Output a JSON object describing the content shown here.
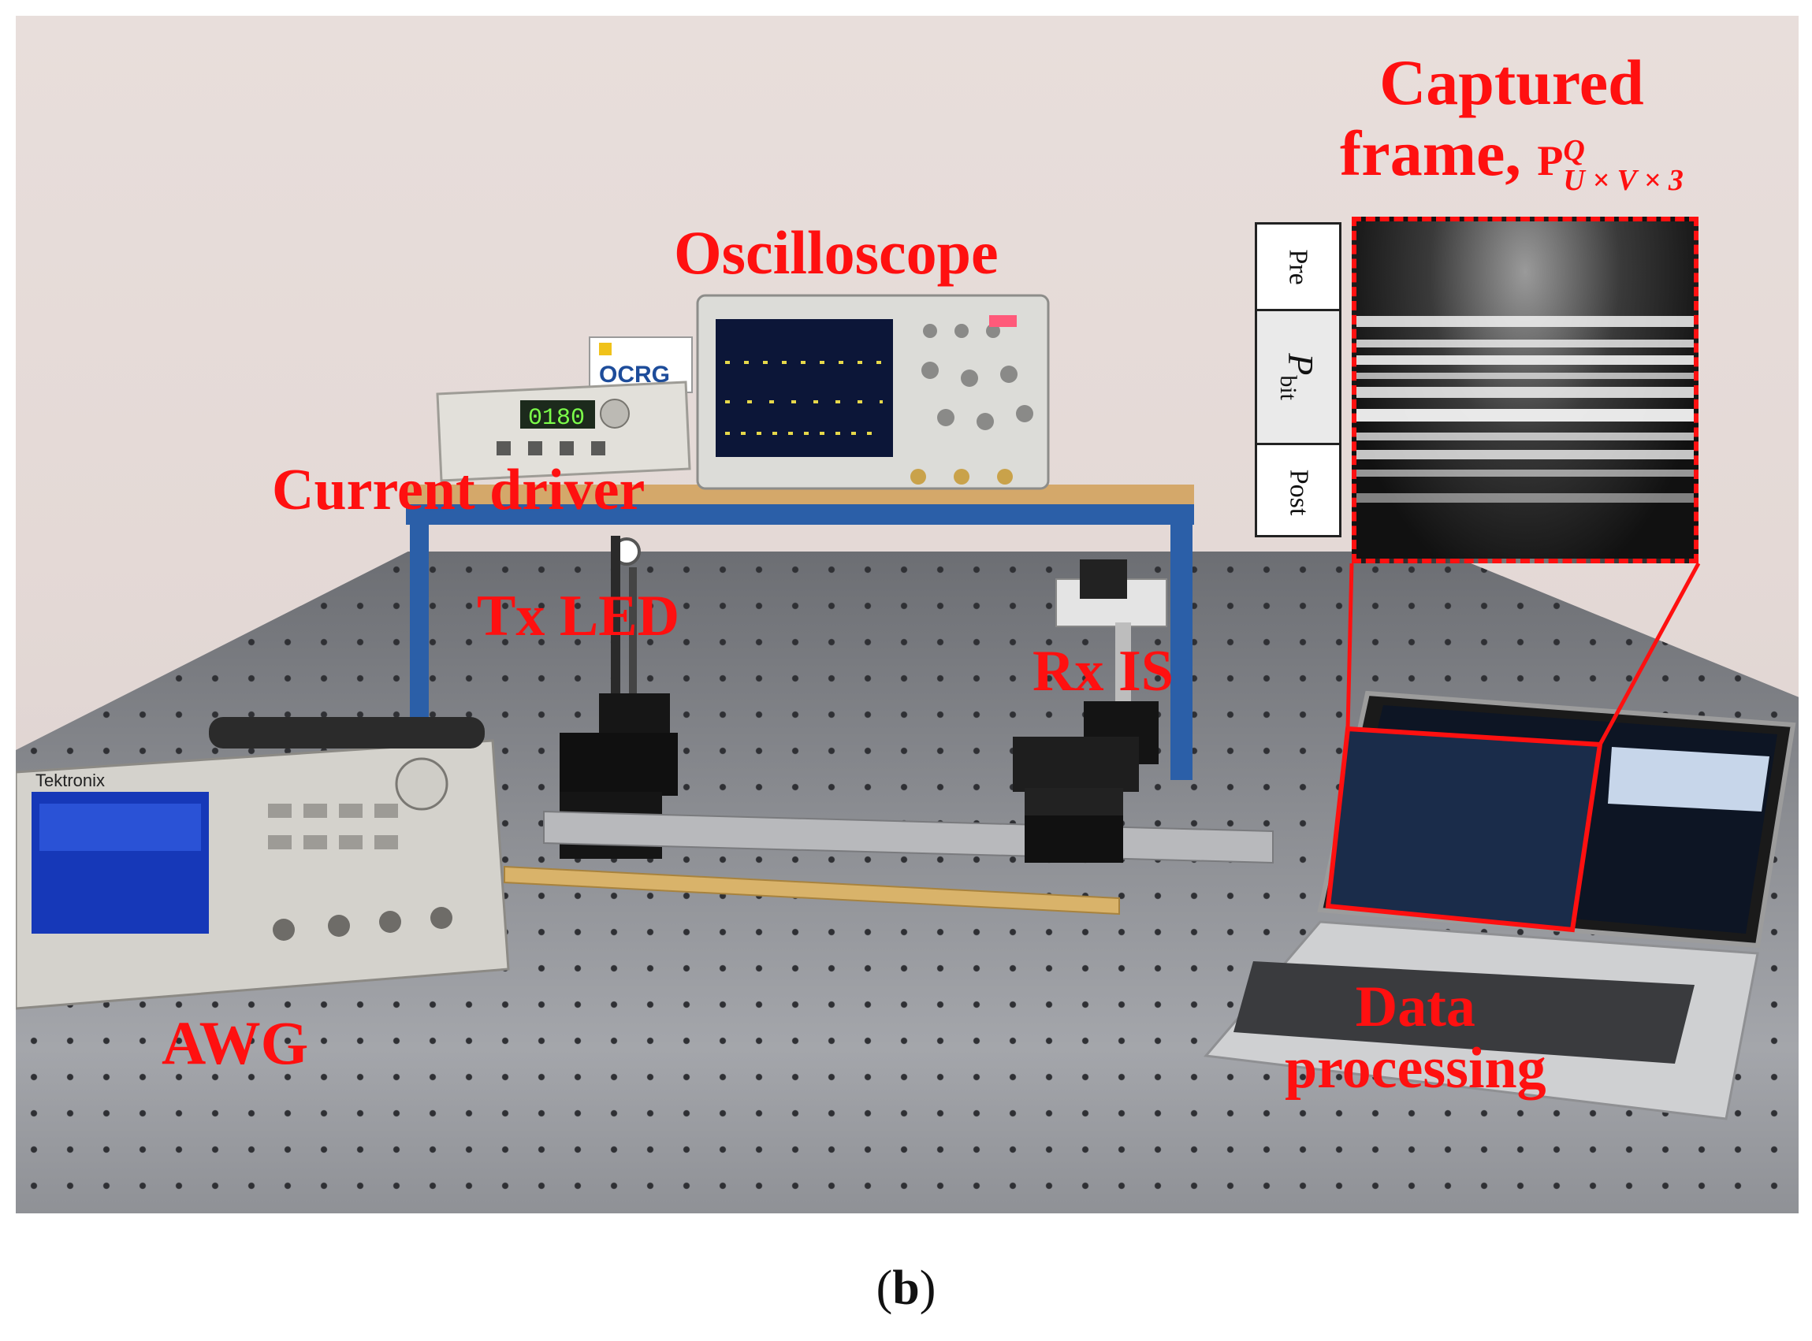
{
  "labels": {
    "captured_line1": "Captured",
    "captured_line2": "frame,",
    "math_base": "P",
    "math_sup": "Q",
    "math_sub": "U × V × 3",
    "oscilloscope": "Oscilloscope",
    "current_driver": "Current driver",
    "tx_led": "Tx LED",
    "rx_is": "Rx IS",
    "awg": "AWG",
    "data_line1": "Data",
    "data_line2": "processing"
  },
  "regions": {
    "pre": "Pre",
    "pbit_base": "P",
    "pbit_sub": "bit",
    "post": "Post"
  },
  "driver_display": "0180",
  "logo": "OCRG",
  "awg_brand": "Tektronix",
  "caption_letter": "b",
  "colors": {
    "label_red": "#ff1010",
    "table_blue": "#2460b0",
    "wall": "#e6dcd9"
  }
}
